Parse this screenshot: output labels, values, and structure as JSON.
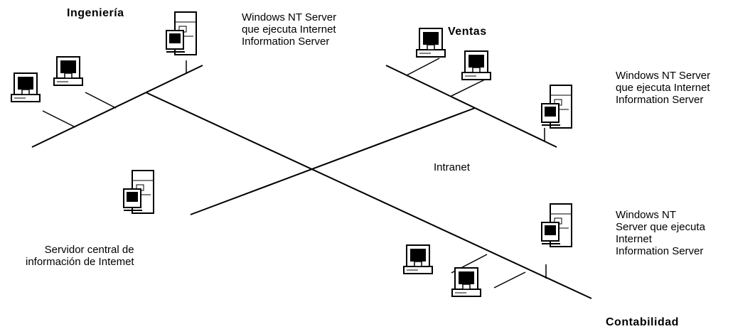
{
  "groups": {
    "engineering": "Ingeniería",
    "sales": "Ventas",
    "accounting": "Contabilidad"
  },
  "servers": {
    "engineering": "Windows NT Server\nque ejecuta Internet\nInformation Server",
    "sales": "Windows NT Server\nque ejecuta Internet\nInformation Server",
    "accounting": "Windows NT\nServer que ejecuta\nInternet\nInformation Server",
    "central": "Servidor central de\ninformación de Intemet"
  },
  "network": {
    "label": "Intranet"
  }
}
